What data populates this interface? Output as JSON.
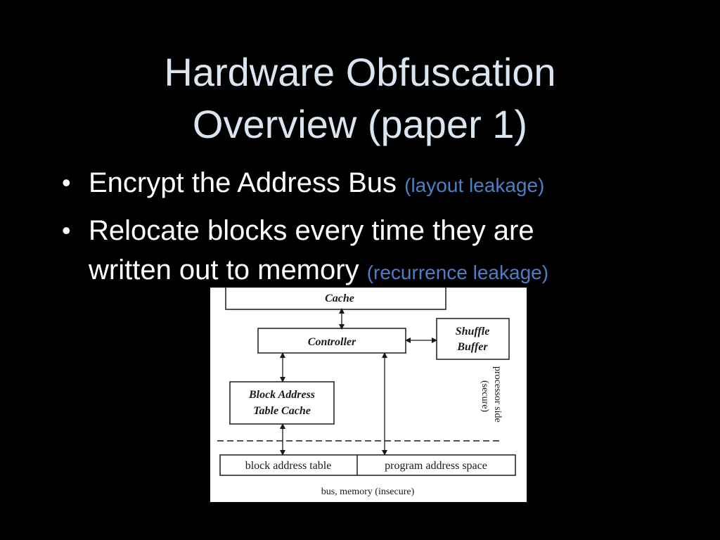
{
  "slide": {
    "title_line1": "Hardware Obfuscation",
    "title_line2": "Overview (paper 1)"
  },
  "bullets": [
    {
      "symbol": "•",
      "text": "Encrypt the Address Bus",
      "note": "(layout leakage)"
    },
    {
      "symbol": "•",
      "text_line1": "Relocate blocks every time they are",
      "text_line2": "written out to memory",
      "note": "(recurrence leakage)"
    }
  ],
  "diagram": {
    "cache": "Cache",
    "controller": "Controller",
    "shuffle_buffer_line1": "Shuffle",
    "shuffle_buffer_line2": "Buffer",
    "block_address_table_cache_line1": "Block Address",
    "block_address_table_cache_line2": "Table Cache",
    "processor_side_line1": "processor side",
    "processor_side_line2": "(secure)",
    "block_address_table": "block address table",
    "program_address_space": "program address space",
    "bus_memory": "bus, memory (insecure)"
  },
  "colors": {
    "background": "#000000",
    "title": "#dbe5f1",
    "bullet_text": "#ffffff",
    "note_text": "#4d7fc7",
    "figure_background": "#ffffff"
  }
}
